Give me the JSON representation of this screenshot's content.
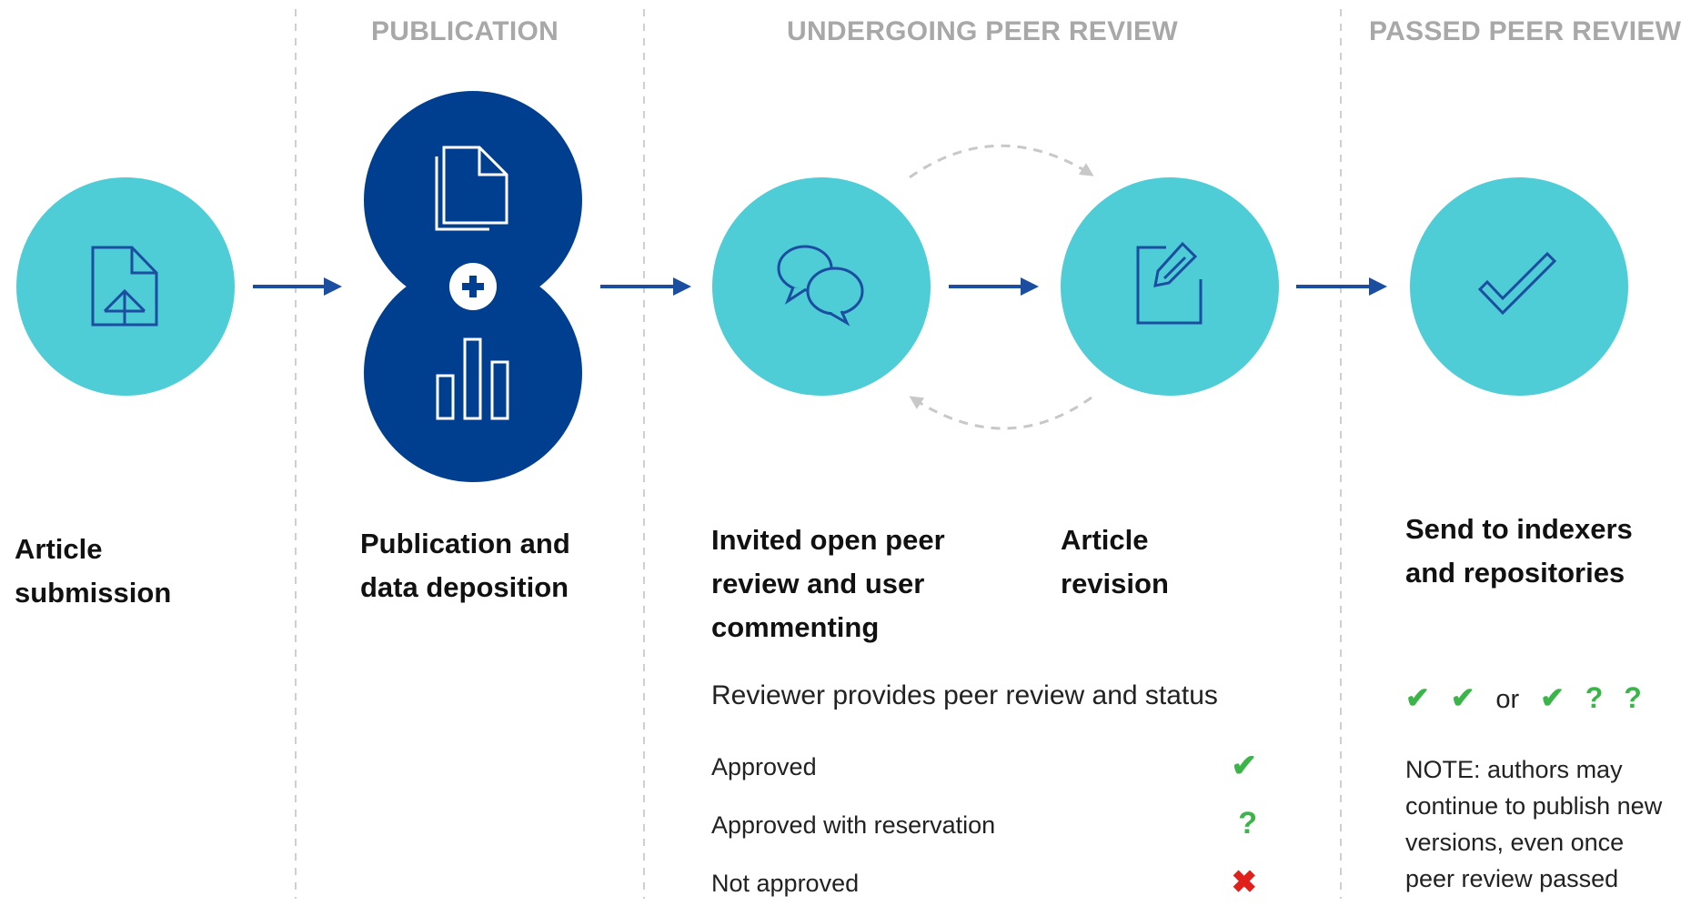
{
  "colors": {
    "teal": "#4ecdd6",
    "navy": "#003f8f",
    "icon_blue": "#1b4ea0",
    "arrow_blue": "#1b4ea0",
    "divider": "#cfcfcf",
    "loop_arrow": "#c8c8c8",
    "green": "#3bb54a",
    "red": "#e0201b",
    "header_gray": "#a8a8a8"
  },
  "columns": {
    "publication": "PUBLICATION",
    "undergoing": "UNDERGOING PEER REVIEW",
    "passed": "PASSED PEER REVIEW"
  },
  "steps": {
    "submission": {
      "icon": "document-upload-icon",
      "line1": "Article",
      "line2": "submission"
    },
    "publication": {
      "icons": [
        "documents-icon",
        "plus-icon",
        "bar-chart-icon"
      ],
      "line1": "Publication and",
      "line2": "data deposition"
    },
    "review": {
      "icon": "speech-bubbles-icon",
      "line1": "Invited open peer",
      "line2": "review and user",
      "line3": "commenting"
    },
    "revision": {
      "icon": "edit-document-icon",
      "line1": "Article",
      "line2": "revision"
    },
    "indexers": {
      "icon": "checkmark-icon",
      "line1": "Send to indexers",
      "line2": "and repositories"
    }
  },
  "review_status": {
    "heading": "Reviewer provides peer review and status",
    "items": [
      {
        "label": "Approved",
        "mark": "✔",
        "mark_icon": "green-check-icon",
        "color": "#3bb54a"
      },
      {
        "label": "Approved with reservation",
        "mark": "?",
        "mark_icon": "green-question-icon",
        "color": "#3bb54a"
      },
      {
        "label": "Not approved",
        "mark": "✖",
        "mark_icon": "red-cross-icon",
        "color": "#e0201b"
      }
    ]
  },
  "passed_legend": {
    "check1": "✔",
    "check2": "✔",
    "or": "or",
    "check3": "✔",
    "q1": "?",
    "q2": "?"
  },
  "note": {
    "line1": "NOTE: authors may",
    "line2": "continue to publish new",
    "line3": "versions, even once",
    "line4": "peer review passed"
  }
}
